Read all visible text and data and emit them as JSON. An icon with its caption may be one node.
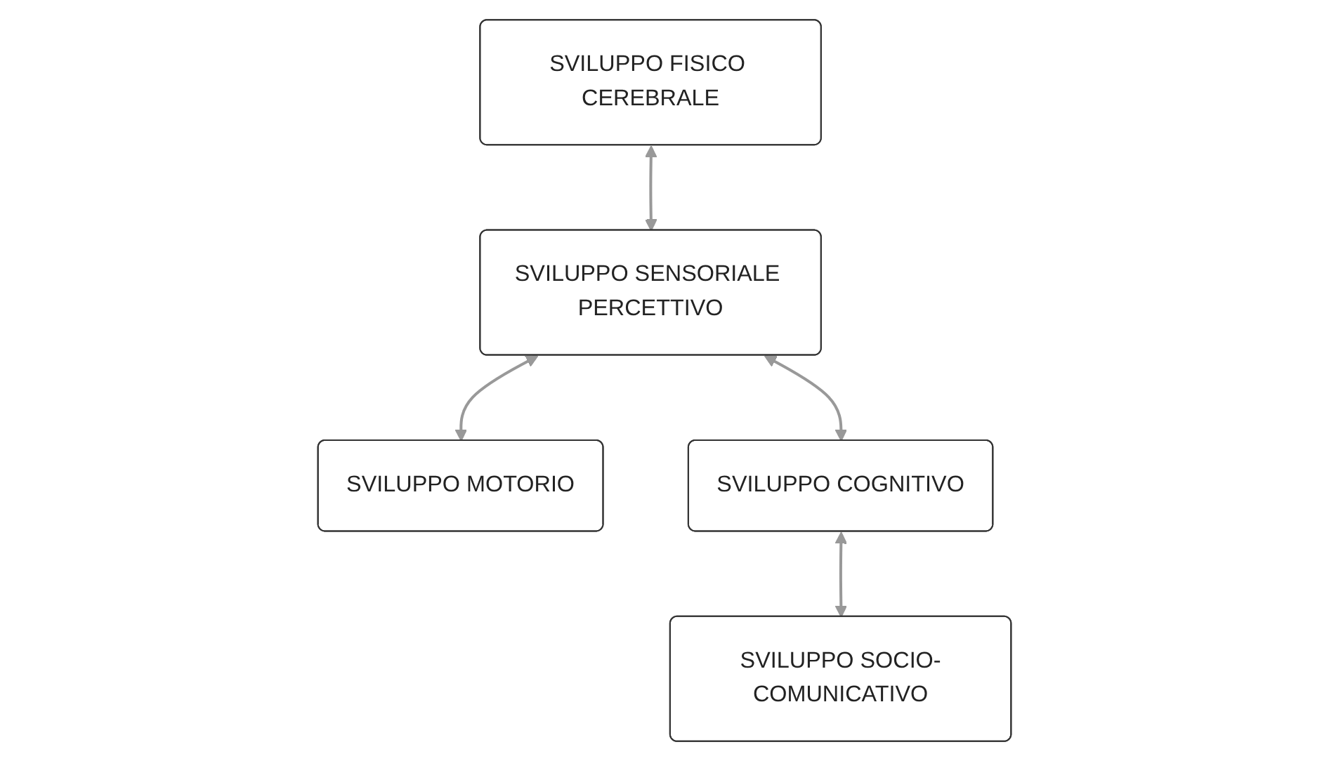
{
  "diagram": {
    "nodes": [
      {
        "text": [
          "SVILUPPO FISICO CEREBRALE"
        ]
      },
      {
        "text": [
          "SVILUPPO SENSORIALE PERCETTIVO"
        ]
      },
      {
        "text": [
          "SVILUPPO MOTORIO"
        ]
      },
      {
        "text": [
          "SVILUPPO COGNITIVO"
        ]
      },
      {
        "text": [
          "SVILUPPO SOCIO-COMUNICATIVO"
        ]
      }
    ],
    "edges": [
      {
        "from": 0,
        "to": 1,
        "arrow": "both"
      },
      {
        "from": 1,
        "to": 2,
        "arrow": "both"
      },
      {
        "from": 1,
        "to": 3,
        "arrow": "both"
      },
      {
        "from": 3,
        "to": 4,
        "arrow": "both"
      }
    ]
  }
}
